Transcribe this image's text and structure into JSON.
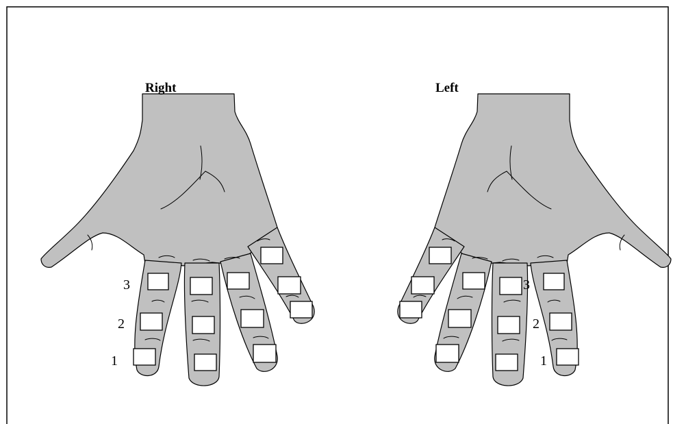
{
  "hands": {
    "right": {
      "label": "Right"
    },
    "left": {
      "label": "Left"
    }
  },
  "joint_numbers": {
    "right": [
      "3",
      "2",
      "1"
    ],
    "left": [
      "3",
      "2",
      "1"
    ]
  }
}
